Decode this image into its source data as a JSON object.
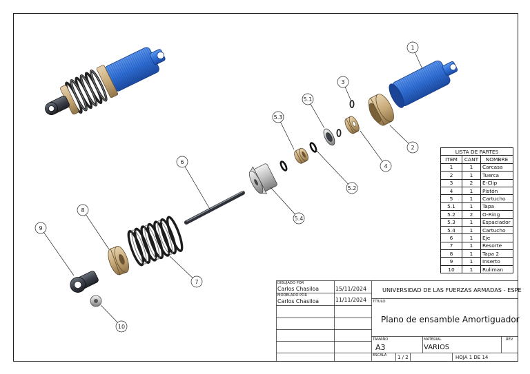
{
  "callouts": [
    {
      "label": "1"
    },
    {
      "label": "2"
    },
    {
      "label": "3"
    },
    {
      "label": "4"
    },
    {
      "label": "5.1"
    },
    {
      "label": "5.2"
    },
    {
      "label": "5.3"
    },
    {
      "label": "5.4"
    },
    {
      "label": "6"
    },
    {
      "label": "7"
    },
    {
      "label": "8"
    },
    {
      "label": "9"
    },
    {
      "label": "10"
    }
  ],
  "parts_list": {
    "title": "LISTA DE PARTES",
    "headers": [
      "ITEM",
      "CANT",
      "NOMBRE"
    ],
    "rows": [
      {
        "item": "1",
        "cant": "1",
        "nombre": "Carcasa"
      },
      {
        "item": "2",
        "cant": "1",
        "nombre": "Tuerca"
      },
      {
        "item": "3",
        "cant": "2",
        "nombre": "E-Clip"
      },
      {
        "item": "4",
        "cant": "1",
        "nombre": "Pistón"
      },
      {
        "item": "5",
        "cant": "1",
        "nombre": "Cartucho"
      },
      {
        "item": "5.1",
        "cant": "1",
        "nombre": "Tapa"
      },
      {
        "item": "5.2",
        "cant": "2",
        "nombre": "O-Ring"
      },
      {
        "item": "5.3",
        "cant": "1",
        "nombre": "Espaciador"
      },
      {
        "item": "5.4",
        "cant": "1",
        "nombre": "Cartucho"
      },
      {
        "item": "6",
        "cant": "1",
        "nombre": "Eje"
      },
      {
        "item": "7",
        "cant": "1",
        "nombre": "Resorte"
      },
      {
        "item": "8",
        "cant": "1",
        "nombre": "Tapa 2"
      },
      {
        "item": "9",
        "cant": "1",
        "nombre": "Inserto"
      },
      {
        "item": "10",
        "cant": "1",
        "nombre": "Ruliman"
      }
    ]
  },
  "title_block": {
    "drawn_by_label": "DIBUJADO POR",
    "drawn_by": "Carlos Chasiloa",
    "drawn_date": "15/11/2024",
    "modeled_by_label": "MODELADO POR",
    "modeled_by": "Carlos Chasiloa",
    "modeled_date": "11/11/2024",
    "institution": "UNIVERSIDAD DE LAS FUERZAS ARMADAS - ESPE",
    "title_label": "TÍTULO",
    "title": "Plano de ensamble Amortiguador",
    "size_label": "TAMAÑO",
    "size": "A3",
    "material_label": "MATERIAL",
    "material": "VARIOS",
    "rev_label": "REV",
    "scale_label": "ESCALA",
    "scale": "1 / 2",
    "sheet": "HOJA 1  DE 14"
  },
  "colors": {
    "blue": "#2f6fd6",
    "bronze": "#c9ab7a",
    "dark": "#3a3f47",
    "line": "#222222"
  }
}
